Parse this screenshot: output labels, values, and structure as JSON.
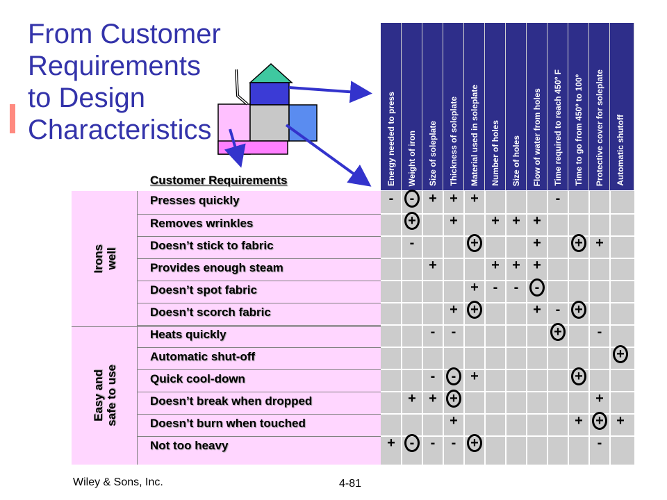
{
  "slide": {
    "title_lines": [
      "From Customer",
      "Requirements",
      "to Design",
      "Characteristics"
    ],
    "customer_requirements_label": "Customer Requirements",
    "footer_left": "Wiley & Sons, Inc.",
    "footer_center": "4-81"
  },
  "design_characteristics": [
    "Energy needed to press",
    "Weight of iron",
    "Size of soleplate",
    "Thickness of soleplate",
    "Material used in soleplate",
    "Number of holes",
    "Size of holes",
    "Flow of water from holes",
    "Time required to reach 450º F",
    "Time  to go from 450º to 100º",
    "Protective cover for soleplate",
    "Automatic  shutoff"
  ],
  "groups": [
    {
      "label": "Irons\nwell"
    },
    {
      "label": "Easy and\nsafe to use"
    }
  ],
  "requirements": [
    "Presses quickly",
    "Removes wrinkles",
    "Doesn’t stick to fabric",
    "Provides enough steam",
    "Doesn’t spot fabric",
    "Doesn’t scorch fabric",
    "Heats quickly",
    "Automatic shut-off",
    "Quick cool-down",
    "Doesn’t break when dropped",
    "Doesn’t burn when touched",
    "Not too heavy"
  ],
  "relationships": [
    [
      {
        "r": 0,
        "c": 0,
        "s": "-"
      },
      {
        "r": 0,
        "c": 1,
        "s": "-",
        "strong": true
      },
      {
        "r": 0,
        "c": 2,
        "s": "+"
      },
      {
        "r": 0,
        "c": 3,
        "s": "+"
      },
      {
        "r": 0,
        "c": 4,
        "s": "+"
      },
      {
        "r": 0,
        "c": 8,
        "s": "-"
      }
    ],
    [
      {
        "r": 1,
        "c": 1,
        "s": "+",
        "strong": true
      },
      {
        "r": 1,
        "c": 3,
        "s": "+"
      },
      {
        "r": 1,
        "c": 5,
        "s": "+"
      },
      {
        "r": 1,
        "c": 6,
        "s": "+"
      },
      {
        "r": 1,
        "c": 7,
        "s": "+"
      }
    ],
    [
      {
        "r": 2,
        "c": 1,
        "s": "-"
      },
      {
        "r": 2,
        "c": 4,
        "s": "+",
        "strong": true
      },
      {
        "r": 2,
        "c": 7,
        "s": "+"
      },
      {
        "r": 2,
        "c": 9,
        "s": "+",
        "strong": true
      },
      {
        "r": 2,
        "c": 10,
        "s": "+"
      }
    ],
    [
      {
        "r": 3,
        "c": 2,
        "s": "+"
      },
      {
        "r": 3,
        "c": 5,
        "s": "+"
      },
      {
        "r": 3,
        "c": 6,
        "s": "+"
      },
      {
        "r": 3,
        "c": 7,
        "s": "+"
      }
    ],
    [
      {
        "r": 4,
        "c": 4,
        "s": "+"
      },
      {
        "r": 4,
        "c": 5,
        "s": "-"
      },
      {
        "r": 4,
        "c": 6,
        "s": "-"
      },
      {
        "r": 4,
        "c": 7,
        "s": "-",
        "strong": true
      }
    ],
    [
      {
        "r": 5,
        "c": 3,
        "s": "+"
      },
      {
        "r": 5,
        "c": 4,
        "s": "+",
        "strong": true
      },
      {
        "r": 5,
        "c": 7,
        "s": "+"
      },
      {
        "r": 5,
        "c": 8,
        "s": "-"
      },
      {
        "r": 5,
        "c": 9,
        "s": "+",
        "strong": true
      }
    ],
    [
      {
        "r": 6,
        "c": 2,
        "s": "-"
      },
      {
        "r": 6,
        "c": 3,
        "s": "-"
      },
      {
        "r": 6,
        "c": 8,
        "s": "+",
        "strong": true
      },
      {
        "r": 6,
        "c": 10,
        "s": "-"
      }
    ],
    [
      {
        "r": 7,
        "c": 11,
        "s": "+",
        "strong": true
      }
    ],
    [
      {
        "r": 8,
        "c": 2,
        "s": "-"
      },
      {
        "r": 8,
        "c": 3,
        "s": "-",
        "strong": true
      },
      {
        "r": 8,
        "c": 4,
        "s": "+"
      },
      {
        "r": 8,
        "c": 9,
        "s": "+",
        "strong": true
      }
    ],
    [
      {
        "r": 9,
        "c": 1,
        "s": "+"
      },
      {
        "r": 9,
        "c": 2,
        "s": "+"
      },
      {
        "r": 9,
        "c": 3,
        "s": "+",
        "strong": true
      },
      {
        "r": 9,
        "c": 10,
        "s": "+"
      }
    ],
    [
      {
        "r": 10,
        "c": 3,
        "s": "+"
      },
      {
        "r": 10,
        "c": 9,
        "s": "+"
      },
      {
        "r": 10,
        "c": 10,
        "s": "+",
        "strong": true
      },
      {
        "r": 10,
        "c": 11,
        "s": "+"
      }
    ],
    [
      {
        "r": 11,
        "c": 0,
        "s": "+"
      },
      {
        "r": 11,
        "c": 1,
        "s": "-",
        "strong": true
      },
      {
        "r": 11,
        "c": 2,
        "s": "-"
      },
      {
        "r": 11,
        "c": 3,
        "s": "-"
      },
      {
        "r": 11,
        "c": 4,
        "s": "+",
        "strong": true
      },
      {
        "r": 11,
        "c": 10,
        "s": "-"
      }
    ]
  ],
  "colors": {
    "title": "#3333aa",
    "header_bg": "#2e2e8a",
    "requirements_bg": "#ffd6ff",
    "matrix_bg": "#cccccc",
    "arrow": "#3333cc"
  }
}
